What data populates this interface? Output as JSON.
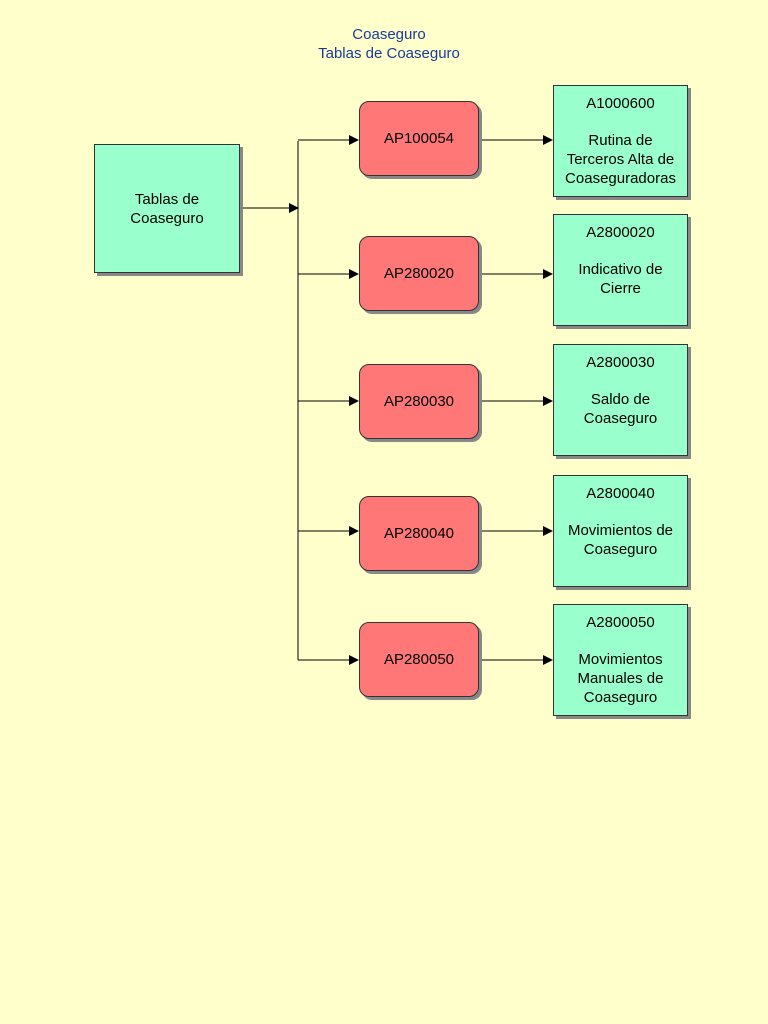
{
  "header": {
    "line1": "Coaseguro",
    "line2": "Tablas de Coaseguro"
  },
  "root": {
    "label": "Tablas de\nCoaseguro"
  },
  "programs": [
    {
      "code": "AP100054",
      "target_code": "A1000600",
      "target_desc": "Rutina de\nTerceros Alta de\nCoaseguradoras"
    },
    {
      "code": "AP280020",
      "target_code": "A2800020",
      "target_desc": "Indicativo de\nCierre"
    },
    {
      "code": "AP280030",
      "target_code": "A2800030",
      "target_desc": "Saldo de\nCoaseguro"
    },
    {
      "code": "AP280040",
      "target_code": "A2800040",
      "target_desc": "Movimientos de\nCoaseguro"
    },
    {
      "code": "AP280050",
      "target_code": "A2800050",
      "target_desc": "Movimientos\nManuales de\nCoaseguro"
    }
  ],
  "colors": {
    "background": "#ffffcc",
    "title": "#1a3a9a",
    "root_fill": "#99ffcc",
    "program_fill": "#ff7777",
    "leaf_fill": "#99ffcc"
  }
}
